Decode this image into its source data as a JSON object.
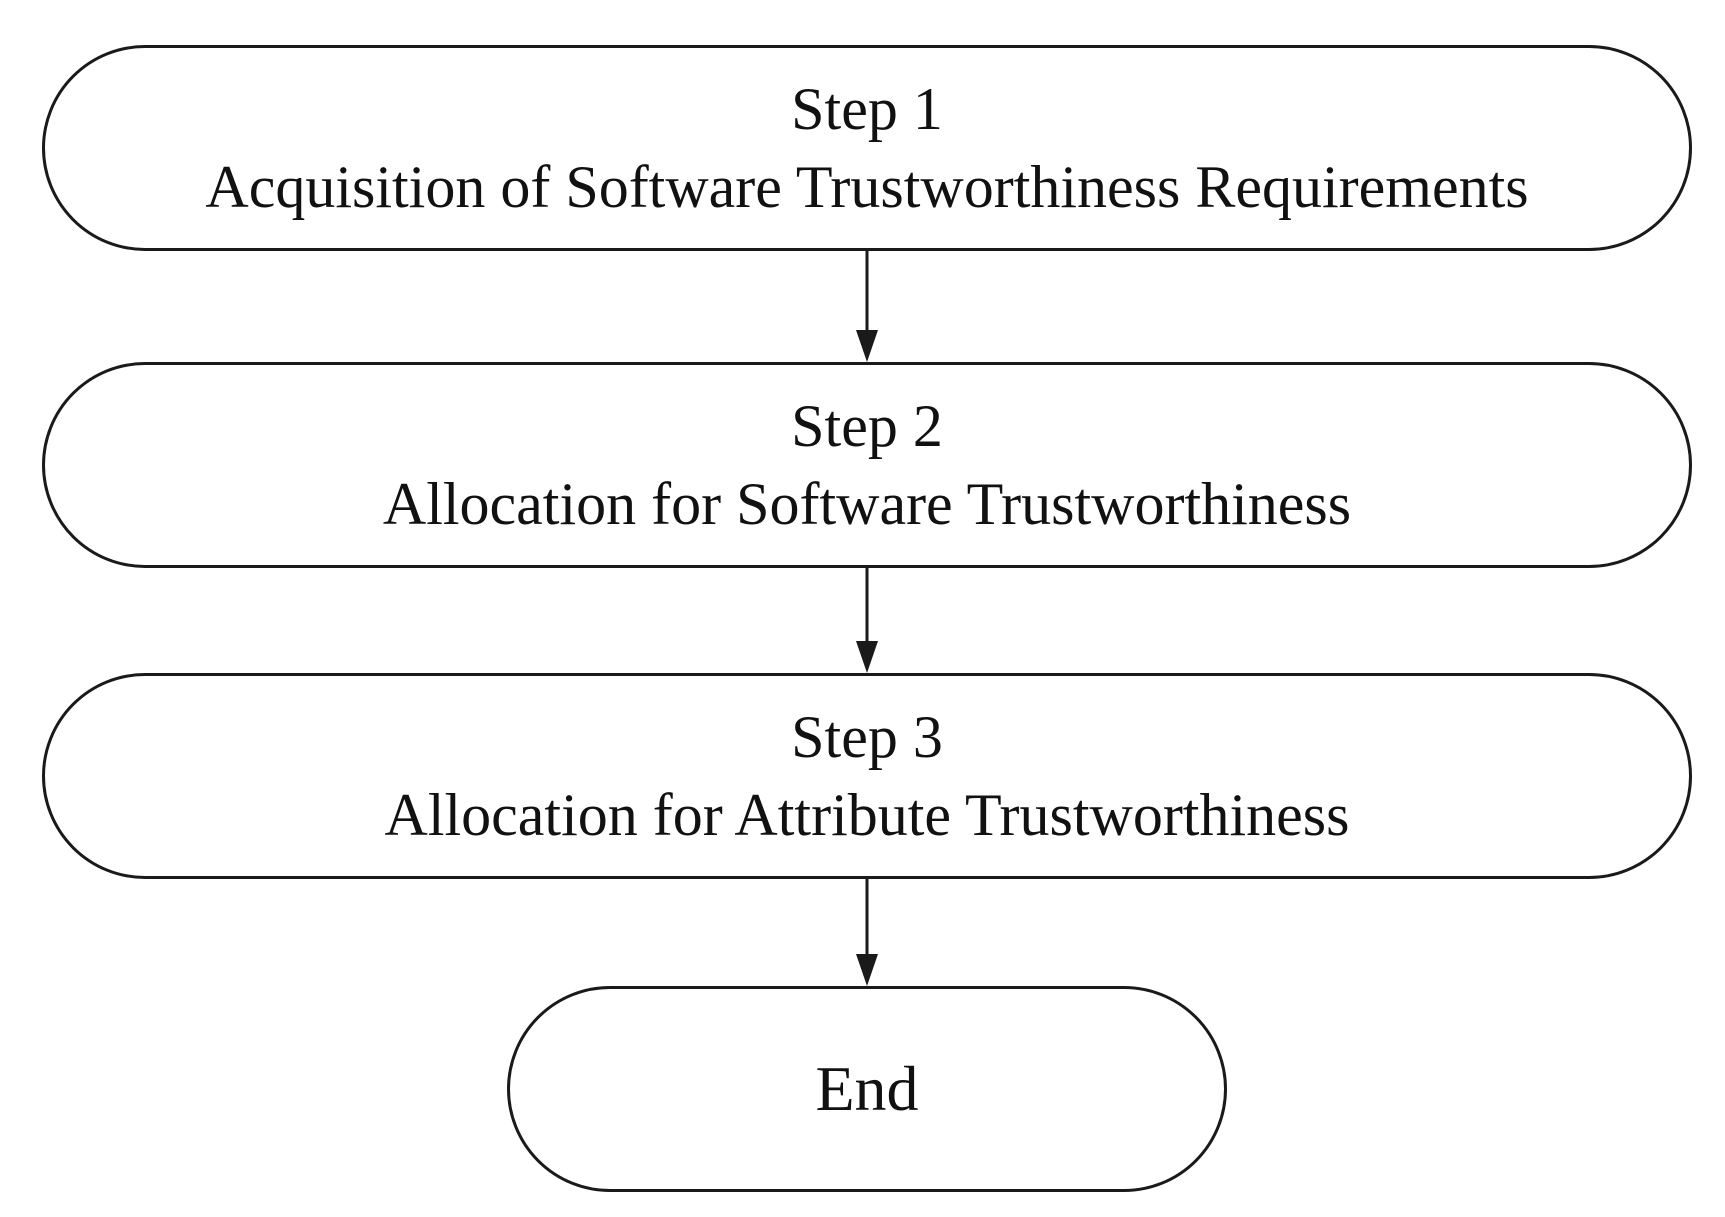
{
  "flowchart": {
    "steps": [
      {
        "heading": "Step 1",
        "description": "Acquisition of Software Trustworthiness Requirements"
      },
      {
        "heading": "Step 2",
        "description": "Allocation for Software Trustworthiness"
      },
      {
        "heading": "Step 3",
        "description": "Allocation for Attribute Trustworthiness"
      }
    ],
    "end_label": "End",
    "colors": {
      "stroke": "#1a1a1a",
      "background": "#ffffff",
      "text": "#111111"
    }
  }
}
